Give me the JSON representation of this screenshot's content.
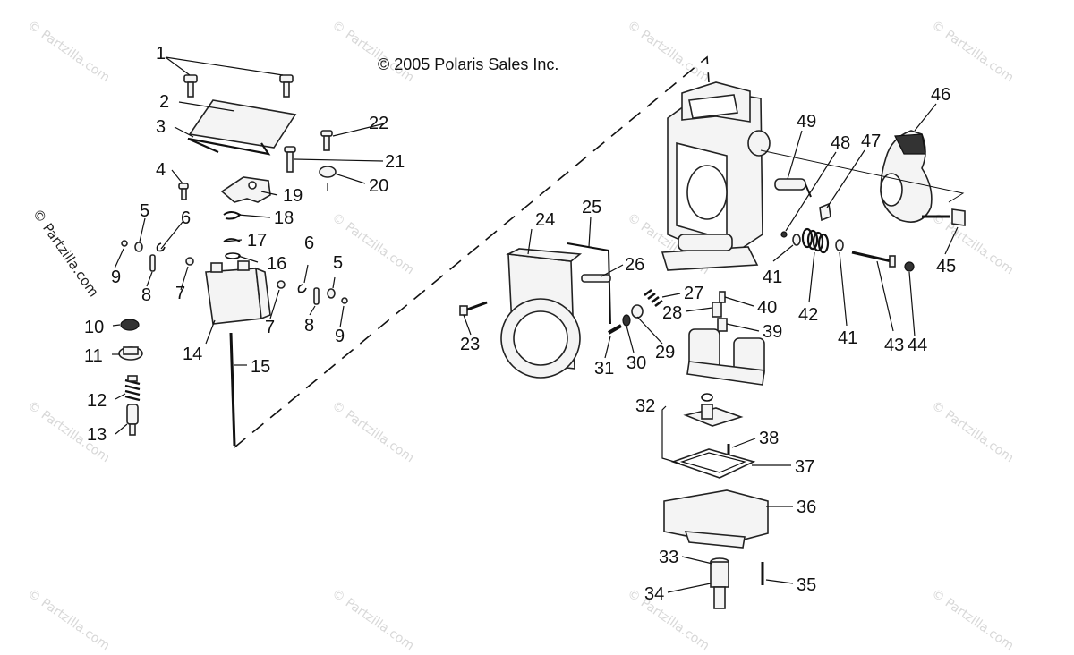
{
  "copyright": "© 2005 Polaris Sales Inc.",
  "watermark": "© Partzilla.com",
  "callouts": {
    "c1": "1",
    "c2": "2",
    "c3": "3",
    "c4": "4",
    "c5a": "5",
    "c5b": "5",
    "c6a": "6",
    "c6b": "6",
    "c7a": "7",
    "c7b": "7",
    "c8a": "8",
    "c8b": "8",
    "c9a": "9",
    "c9b": "9",
    "c10": "10",
    "c11": "11",
    "c12": "12",
    "c13": "13",
    "c14": "14",
    "c15": "15",
    "c16": "16",
    "c17": "17",
    "c18": "18",
    "c19": "19",
    "c20": "20",
    "c21": "21",
    "c22": "22",
    "c23": "23",
    "c24": "24",
    "c25": "25",
    "c26": "26",
    "c27": "27",
    "c28": "28",
    "c29": "29",
    "c30": "30",
    "c31": "31",
    "c32": "32",
    "c33": "33",
    "c34": "34",
    "c35": "35",
    "c36": "36",
    "c37": "37",
    "c38": "38",
    "c39": "39",
    "c40": "40",
    "c41a": "41",
    "c41b": "41",
    "c42": "42",
    "c43": "43",
    "c44": "44",
    "c45": "45",
    "c46": "46",
    "c47": "47",
    "c48": "48",
    "c49": "49"
  }
}
